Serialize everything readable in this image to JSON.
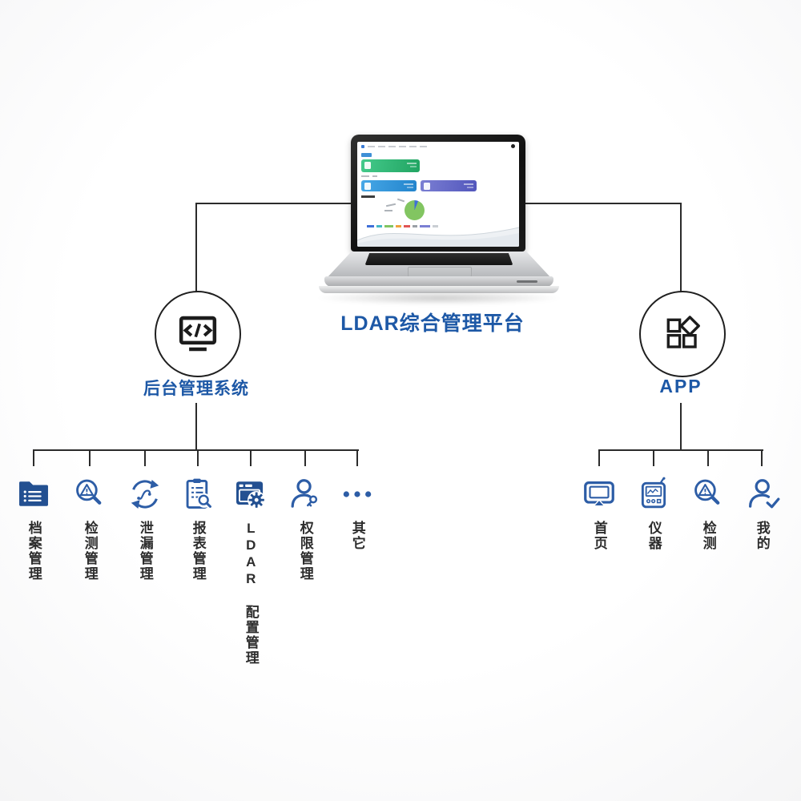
{
  "title": "LDAR综合管理平台",
  "colors": {
    "accent_blue": "#1d58a6",
    "icon_solid_blue": "#235091",
    "icon_stroke_blue": "#2d5da6",
    "connector_line": "#2b2b2b",
    "item_label_text": "#2d2d2d",
    "pie_green": "#82c561",
    "pie_blue": "#3f6fd8",
    "dashboard_card_green": "#21a462",
    "dashboard_card_blue": "#2384cc",
    "dashboard_card_purple": "#5256bc"
  },
  "hubs": {
    "left": {
      "label": "后台管理系统",
      "icon": "code-monitor-icon",
      "items": [
        {
          "label": "档案管理",
          "icon": "folder-list-icon"
        },
        {
          "label": "检测管理",
          "icon": "magnifier-warning-icon"
        },
        {
          "label": "泄漏管理",
          "icon": "leak-cycle-icon"
        },
        {
          "label": "报表管理",
          "icon": "report-magnifier-icon"
        },
        {
          "label": "LDAR 配置管理",
          "icon": "app-config-icon"
        },
        {
          "label": "权限管理",
          "icon": "user-key-icon"
        },
        {
          "label": "其它",
          "icon": "more-dots-icon"
        }
      ]
    },
    "right": {
      "label": "APP",
      "icon": "app-grid-icon",
      "items": [
        {
          "label": "首页",
          "icon": "home-monitor-icon"
        },
        {
          "label": "仪器",
          "icon": "instrument-icon"
        },
        {
          "label": "检测",
          "icon": "magnifier-warning-icon"
        },
        {
          "label": "我的",
          "icon": "user-check-icon"
        }
      ]
    }
  }
}
